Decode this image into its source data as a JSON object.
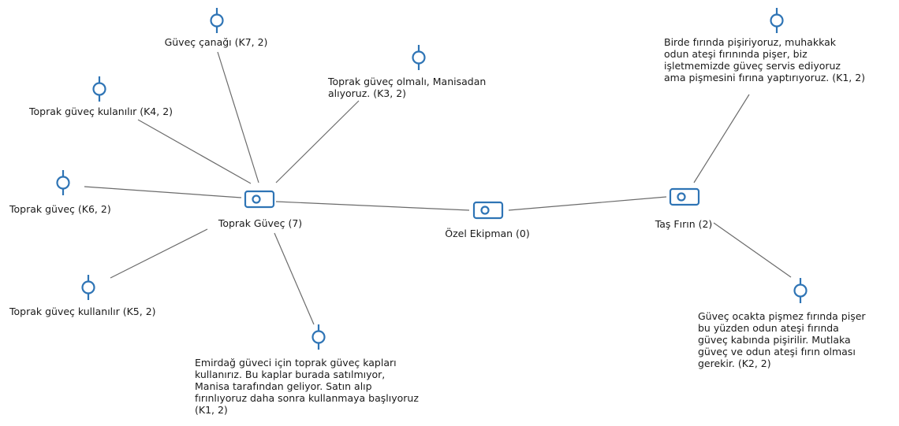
{
  "diagram": {
    "colors": {
      "node": "#2e74b5",
      "edge": "#6b6b6b",
      "text": "#1a1a1a"
    },
    "codes": [
      {
        "id": "ozel",
        "label": "Özel Ekipman (0)",
        "icon": "code-tag-icon"
      },
      {
        "id": "toprak",
        "label": "Toprak Güveç (7)",
        "icon": "code-tag-icon"
      },
      {
        "id": "tas",
        "label": "Taş Fırın (2)",
        "icon": "code-tag-icon"
      }
    ],
    "quotes": [
      {
        "id": "k7",
        "label": "Güveç çanağı (K7, 2)",
        "icon": "quotation-pin-icon"
      },
      {
        "id": "k4",
        "label": "Toprak güveç kulanılır (K4, 2)",
        "icon": "quotation-pin-icon"
      },
      {
        "id": "k3",
        "label": "Toprak güveç olmalı, Manisadan\nalıyoruz. (K3, 2)",
        "icon": "quotation-pin-icon"
      },
      {
        "id": "k6",
        "label": "Toprak güveç (K6, 2)",
        "icon": "quotation-pin-icon"
      },
      {
        "id": "k5",
        "label": "Toprak güveç kullanılır (K5, 2)",
        "icon": "quotation-pin-icon"
      },
      {
        "id": "k1a",
        "label": "Emirdağ güveci için toprak güveç kapları\nkullanırız. Bu kaplar burada satılmıyor,\nManisa tarafından geliyor. Satın alıp\nfırınlıyoruz daha sonra kullanmaya başlıyoruz\n(K1, 2)",
        "icon": "quotation-pin-icon"
      },
      {
        "id": "k1b",
        "label": "Birde fırında pişiriyoruz, muhakkak\nodun ateşi fırınında pişer, biz\nişletmemizde güveç servis ediyoruz\nama pişmesini fırına yaptırıyoruz. (K1, 2)",
        "icon": "quotation-pin-icon"
      },
      {
        "id": "k2",
        "label": "Güveç ocakta pişmez fırında pişer\nbu yüzden odun ateşi fırında\ngüveç kabında pişirilir. Mutlaka\ngüveç ve odun ateşi fırın olması\ngerekir. (K2, 2)",
        "icon": "quotation-pin-icon"
      }
    ]
  }
}
